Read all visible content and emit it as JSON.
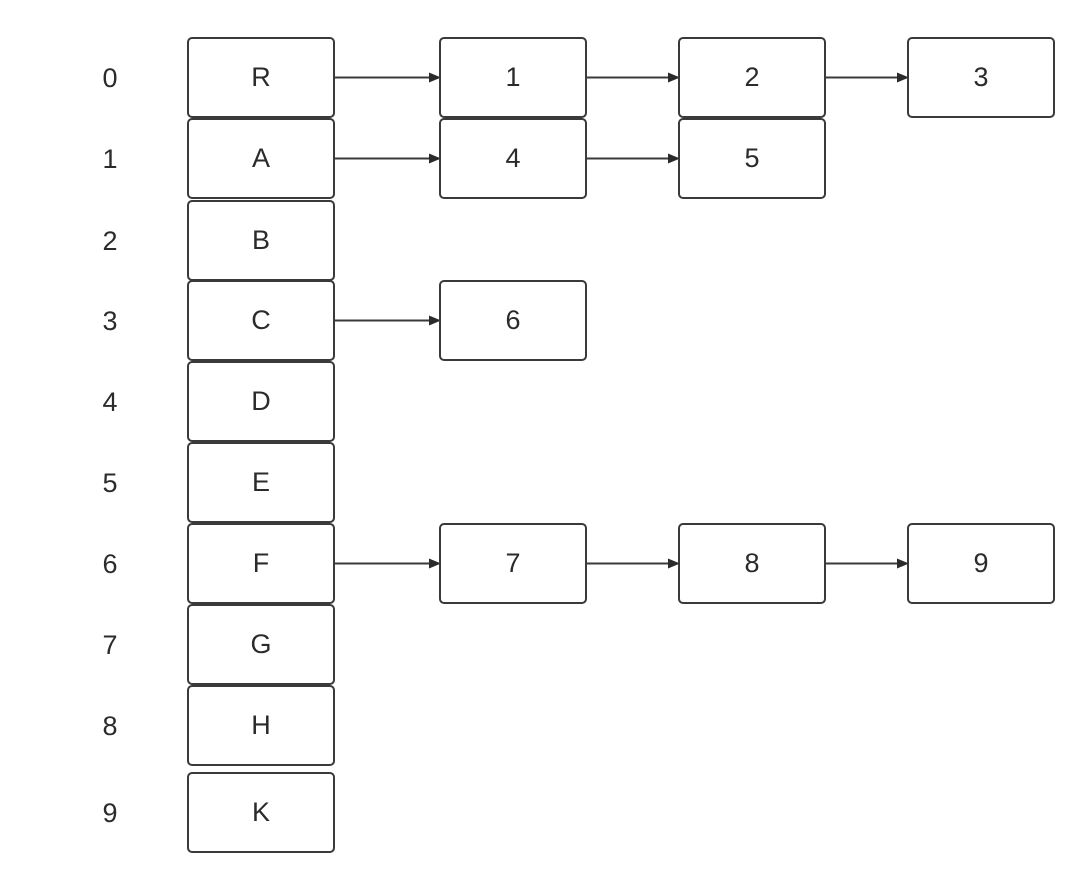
{
  "rows": [
    {
      "index": "0",
      "head": "R",
      "chain": [
        "1",
        "2",
        "3"
      ]
    },
    {
      "index": "1",
      "head": "A",
      "chain": [
        "4",
        "5"
      ]
    },
    {
      "index": "2",
      "head": "B",
      "chain": []
    },
    {
      "index": "3",
      "head": "C",
      "chain": [
        "6"
      ]
    },
    {
      "index": "4",
      "head": "D",
      "chain": []
    },
    {
      "index": "5",
      "head": "E",
      "chain": []
    },
    {
      "index": "6",
      "head": "F",
      "chain": [
        "7",
        "8",
        "9"
      ]
    },
    {
      "index": "7",
      "head": "G",
      "chain": []
    },
    {
      "index": "8",
      "head": "H",
      "chain": []
    },
    {
      "index": "9",
      "head": "K",
      "chain": []
    }
  ],
  "colors": {
    "stroke": "#3a3a3a",
    "text": "#2b2b2b",
    "background": "#ffffff"
  }
}
